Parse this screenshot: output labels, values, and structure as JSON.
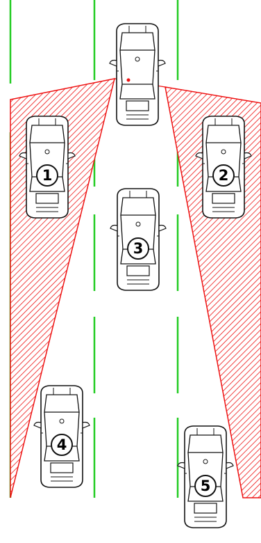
{
  "colors": {
    "background": "#ffffff",
    "lane_marking": "#22cc22",
    "blind_spot": "#ee1111",
    "car_body": "#ffffff",
    "car_outline": "#111111"
  },
  "cars": [
    {
      "id": "observer",
      "label": ""
    },
    {
      "id": "car-1",
      "label": "1"
    },
    {
      "id": "car-2",
      "label": "2"
    },
    {
      "id": "car-3",
      "label": "3"
    },
    {
      "id": "car-4",
      "label": "4"
    },
    {
      "id": "car-5",
      "label": "5"
    }
  ]
}
